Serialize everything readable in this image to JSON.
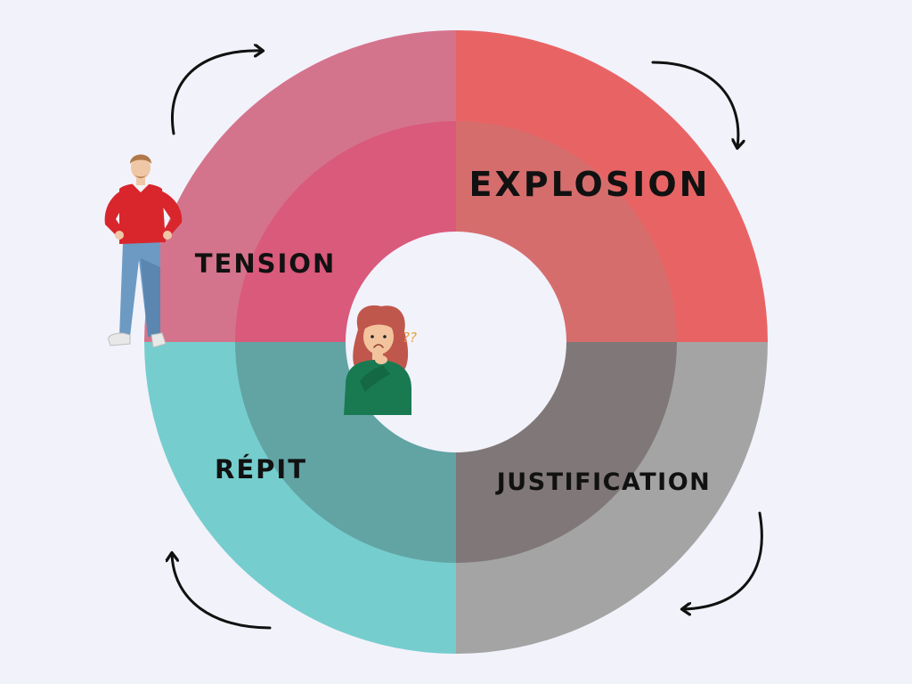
{
  "colors": {
    "background": "#f2f2fb",
    "tension_outer": "#d4748c",
    "tension_inner": "#d95a7b",
    "explosion_outer": "#e86464",
    "explosion_inner": "#d66d6d",
    "justification_outer": "#a4a4a4",
    "justification_inner": "#807878",
    "repit_outer": "#76cdce",
    "repit_inner": "#62a4a4",
    "arrow": "#111111"
  },
  "phases": {
    "tension": "TENSION",
    "explosion": "EXPLOSION",
    "justification": "JUSTIFICATION",
    "repit": "RÉPIT"
  },
  "figures": {
    "man": "standing-man-illustration",
    "woman": "worried-woman-illustration",
    "question_marks": "??"
  },
  "arrows": [
    "curved-arrow-top-left",
    "curved-arrow-top-right",
    "curved-arrow-bottom-right",
    "curved-arrow-bottom-left"
  ]
}
